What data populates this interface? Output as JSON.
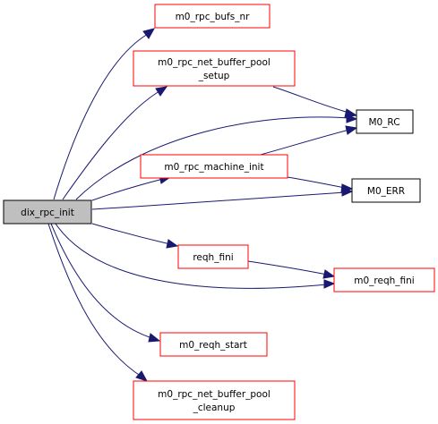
{
  "graph": {
    "root": {
      "label": "dix_rpc_init"
    },
    "nodes": [
      {
        "id": "bufs_nr",
        "lines": [
          "m0_rpc_bufs_nr"
        ]
      },
      {
        "id": "nbp_setup",
        "lines": [
          "m0_rpc_net_buffer_pool",
          "_setup"
        ]
      },
      {
        "id": "m0_rc",
        "lines": [
          "M0_RC"
        ]
      },
      {
        "id": "machine_init",
        "lines": [
          "m0_rpc_machine_init"
        ]
      },
      {
        "id": "m0_err",
        "lines": [
          "M0_ERR"
        ]
      },
      {
        "id": "reqh_fini",
        "lines": [
          "reqh_fini"
        ]
      },
      {
        "id": "m0_reqh_fini",
        "lines": [
          "m0_reqh_fini"
        ]
      },
      {
        "id": "reqh_start",
        "lines": [
          "m0_reqh_start"
        ]
      },
      {
        "id": "nbp_cleanup",
        "lines": [
          "m0_rpc_net_buffer_pool",
          "_cleanup"
        ]
      }
    ],
    "colors": {
      "edge": "#191970",
      "documented_border": "#ff0000",
      "undocumented_border": "#000000",
      "root_fill": "#bfbfbf"
    }
  }
}
